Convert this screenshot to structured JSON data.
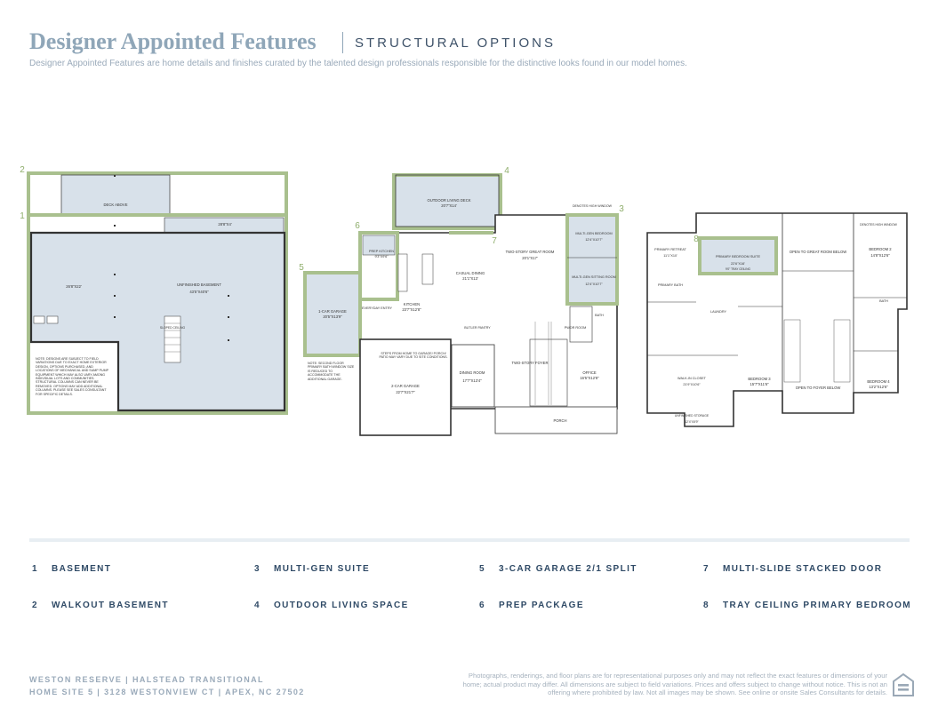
{
  "header": {
    "title": "Designer Appointed Features",
    "subtitle": "STRUCTURAL OPTIONS",
    "intro": "Designer Appointed Features are home details and finishes curated by the talented design professionals responsible for the distinctive looks found in our model homes."
  },
  "plans": {
    "callouts": [
      "1",
      "2",
      "4",
      "3",
      "6",
      "5",
      "7",
      "8"
    ],
    "basement": {
      "deck_above": "DECK ABOVE",
      "deck_dim": "28'8\"X4'",
      "left_dim": "26'8\"X22'",
      "unfinished": "UNFINISHED BASEMENT",
      "unfinished_dim": "43'5\"X40'6\"",
      "slope": "SLOPED CEILING",
      "note": "NOTE: DESIGNS ARE SUBJECT TO FIELD VARIATIONS DUE TO EXACT HOME EXTERIOR DESIGN, OPTIONS PURCHASED, AND LOCATIONS OF MECHANICAL AND SUMP PUMP EQUIPMENT WHICH MAY ALSO VARY AMONG INDIVIDUAL LOTS AND COMMUNITIES. STRUCTURAL COLUMNS CAN NEVER BE REMOVED. OPTIONS MAY ADD ADDITIONAL COLUMNS. PLEASE SEE SALES CONSULTANT FOR SPECIFIC DETAILS."
    },
    "first_floor": {
      "outdoor_deck": "OUTDOOR LIVING DECK",
      "outdoor_deck_dim": "20'7\"X14'",
      "great_room": "TWO-STORY GREAT ROOM",
      "great_room_dim": "20'1\"X17'",
      "casual_dining": "CASUAL DINING",
      "casual_dining_dim": "21'1\"X13'",
      "prep_kitchen": "PREP KITCHEN",
      "prep_kitchen_dim": "9'3\"X9'6\"",
      "kitchen": "KITCHEN",
      "kitchen_dim": "23'7\"X12'8\"",
      "everyday_entry": "EVERYDAY ENTRY",
      "garage1": "1-CAR GARAGE",
      "garage1_dim": "20'5\"X13'9\"",
      "garage2": "2-CAR GARAGE",
      "garage2_dim": "22'7\"X21'7\"",
      "multigen_bed": "MULTI-GEN BEDROOM",
      "multigen_bed_dim": "12'4\"X10'7\"",
      "multigen_sit": "MULTI-GEN SITTING ROOM",
      "multigen_sit_dim": "12'4\"X10'7\"",
      "bath": "BATH",
      "powder": "PWDR ROOM",
      "dining": "DINING ROOM",
      "dining_dim": "17'7\"X13'4\"",
      "foyer": "TWO-STORY FOYER",
      "office": "OFFICE",
      "office_dim": "16'5\"X12'8\"",
      "porch": "PORCH",
      "butler": "BUTLER PANTRY",
      "steps_note": "STEPS FROM HOME TO GARAGE/ PORCH/ PATIO MAY VARY DUE TO SITE CONDITIONS.",
      "garage_note": "NOTE: SECOND FLOOR PRIMARY BATH WINDOW SIZE IS REDUCED TO ACCOMMODATE THE ADDITIONAL GARAGE.",
      "high_window": "DENOTES HIGH WINDOW"
    },
    "second_floor": {
      "primary_retreat": "PRIMARY RETREAT",
      "primary_retreat_dim": "11'1\"X10'",
      "primary_suite": "PRIMARY BEDROOM SUITE",
      "primary_suite_dim": "22'6\"X16'",
      "tray": "9'0\" TRAY CEILING",
      "open_great": "OPEN TO GREAT ROOM BELOW",
      "bedroom2": "BEDROOM 2",
      "bedroom2_dim": "14'8\"X12'6\"",
      "primary_bath": "PRIMARY BATH",
      "laundry": "LAUNDRY",
      "walkin": "WALK-IN CLOSET",
      "walkin_dim": "21'9\"X10'6\"",
      "bedroom3": "BEDROOM 3",
      "bedroom3_dim": "15'7\"X11'6\"",
      "open_foyer": "OPEN TO FOYER BELOW",
      "bedroom4": "BEDROOM 4",
      "bedroom4_dim": "13'2\"X12'6\"",
      "storage": "UNFINISHED STORAGE",
      "storage_dim": "12'4\"X5'9\"",
      "bath": "BATH",
      "high_window": "DENOTES HIGH WINDOW"
    }
  },
  "features": [
    {
      "num": "1",
      "label": "BASEMENT"
    },
    {
      "num": "2",
      "label": "WALKOUT BASEMENT"
    },
    {
      "num": "3",
      "label": "MULTI-GEN SUITE"
    },
    {
      "num": "4",
      "label": "OUTDOOR LIVING SPACE"
    },
    {
      "num": "5",
      "label": "3-CAR GARAGE 2/1 SPLIT"
    },
    {
      "num": "6",
      "label": "PREP PACKAGE"
    },
    {
      "num": "7",
      "label": "MULTI-SLIDE STACKED DOOR"
    },
    {
      "num": "8",
      "label": "TRAY CEILING PRIMARY BEDROOM"
    }
  ],
  "footer": {
    "line1": "WESTON RESERVE  |  HALSTEAD TRANSITIONAL",
    "line2": "HOME SITE 5  |  3128 WESTONVIEW CT  |  APEX, NC 27502",
    "legal": "Photographs, renderings, and floor plans are for representational purposes only and may not reflect the exact features or dimensions of your home; actual product may differ. All dimensions are subject to field variations. Prices and offers subject to change without notice. This is not an offering where prohibited by law. Not all images may be shown. See online or onsite Sales Consultants for details."
  },
  "colors": {
    "title": "#8fa6b8",
    "option_fill": "#d8e1ea",
    "option_outline": "#a9c08e",
    "wall": "#333333",
    "feature_text": "#2f4a66"
  },
  "icons": [
    "equal-housing-icon"
  ]
}
